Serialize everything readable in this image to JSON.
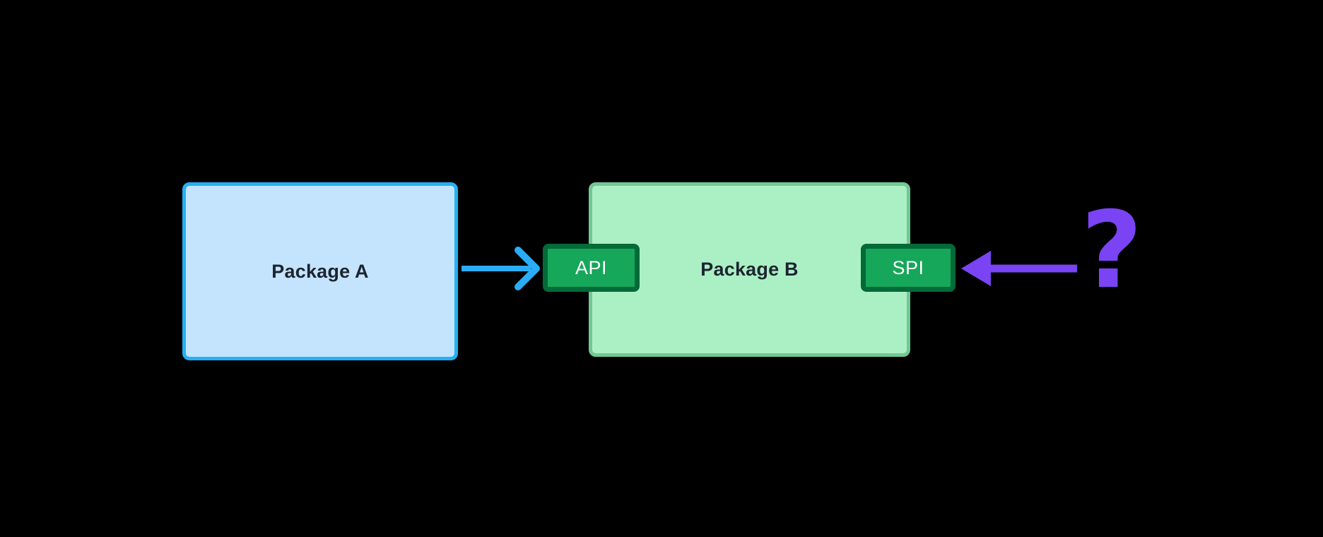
{
  "diagram": {
    "title": "API / SPI package dependency diagram",
    "background_color": "#000000",
    "nodes": {
      "package_a": {
        "label": "Package A",
        "fill_color": "#c4e4fd",
        "border_color": "#24b0f5",
        "text_color": "#1c2430"
      },
      "package_b": {
        "label": "Package B",
        "fill_color": "#abf0c4",
        "border_color": "#72c894",
        "text_color": "#1c2430"
      },
      "api_chip": {
        "label": "API",
        "fill_color": "#16a75a",
        "border_color": "#046a38",
        "text_color": "#ffffff"
      },
      "spi_chip": {
        "label": "SPI",
        "fill_color": "#16a75a",
        "border_color": "#046a38",
        "text_color": "#ffffff"
      },
      "question_mark": {
        "glyph": "?",
        "color": "#7a44f4"
      }
    },
    "edges": [
      {
        "name": "package-a-to-api",
        "from": "Package A",
        "to": "API",
        "color": "#2badf5",
        "direction": "right",
        "head_style": "open-chevron",
        "label": ""
      },
      {
        "name": "question-to-spi",
        "from": "?",
        "to": "SPI",
        "color": "#7a44f4",
        "direction": "left",
        "head_style": "filled-triangle",
        "label": ""
      }
    ]
  }
}
